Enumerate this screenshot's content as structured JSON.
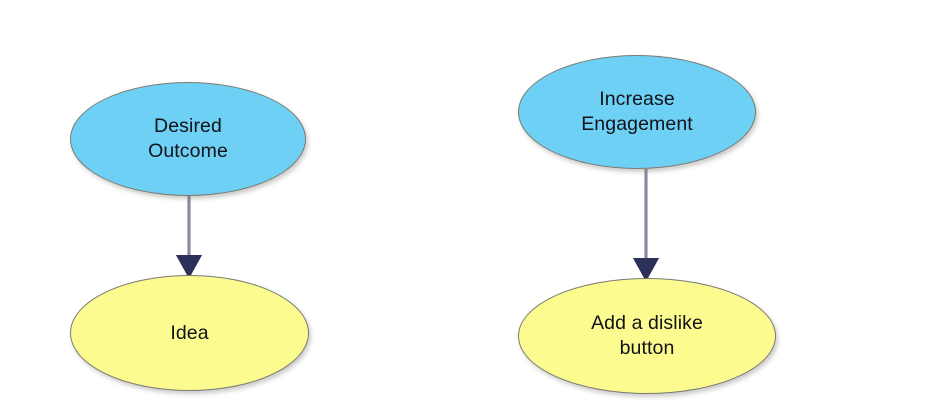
{
  "diagram": {
    "type": "flowchart",
    "background_color": "#ffffff",
    "node_blue_fill": "#6FD0F5",
    "node_yellow_fill": "#FCFB90",
    "node_border_color": "#7b7b71",
    "edge_line_color": "#8a8aa4",
    "edge_arrowhead_color": "#2c3159",
    "text_color": "#111318",
    "groups": [
      {
        "name": "legend-group",
        "nodes": [
          {
            "id": "desired-outcome",
            "label": "Desired\nOutcome",
            "shape": "ellipse",
            "fill": "#6FD0F5"
          },
          {
            "id": "idea",
            "label": "Idea",
            "shape": "ellipse",
            "fill": "#FCFB90"
          }
        ],
        "edges": [
          {
            "from": "desired-outcome",
            "to": "idea",
            "label": "",
            "arrow": "single"
          }
        ]
      },
      {
        "name": "example-group",
        "nodes": [
          {
            "id": "increase-engagement",
            "label": "Increase\nEngagement",
            "shape": "ellipse",
            "fill": "#6FD0F5"
          },
          {
            "id": "add-dislike-button",
            "label": "Add a dislike\nbutton",
            "shape": "ellipse",
            "fill": "#FCFB90"
          }
        ],
        "edges": [
          {
            "from": "increase-engagement",
            "to": "add-dislike-button",
            "label": "",
            "arrow": "single"
          }
        ]
      }
    ]
  }
}
